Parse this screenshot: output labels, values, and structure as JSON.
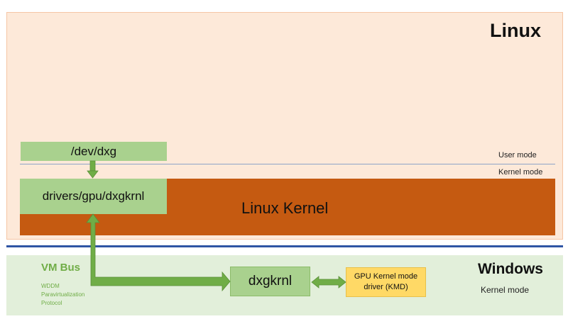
{
  "linux": {
    "title": "Linux",
    "user_mode_label": "User mode",
    "kernel_mode_label": "Kernel mode",
    "kernel_label": "Linux Kernel",
    "dev_dxg": "/dev/dxg",
    "drivers": "drivers/gpu/dxgkrnl"
  },
  "windows": {
    "title": "Windows",
    "kernel_mode_label": "Kernel mode",
    "vmbus_title": "VM Bus",
    "vmbus_desc": [
      "WDDM",
      "Paravirtualization",
      "Protocol"
    ],
    "dxgkrnl": "dxgkrnl",
    "kmd_line1": "GPU Kernel mode",
    "kmd_line2": "driver (KMD)"
  },
  "colors": {
    "linux_panel": "#fde9d9",
    "kernel_bar": "#c55a11",
    "green_box": "#a9d18e",
    "arrow_green": "#70ad47",
    "kmd_box": "#ffd966",
    "separator": "#2f55a4",
    "windows_panel": "#e2efda"
  }
}
